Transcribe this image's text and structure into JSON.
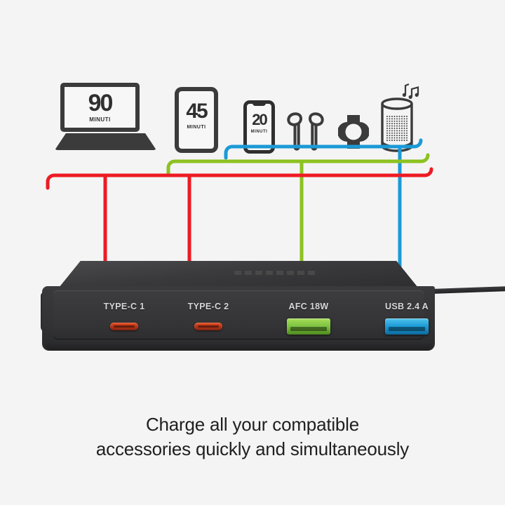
{
  "background_color": "#f4f4f4",
  "devices": [
    {
      "id": "laptop",
      "icon": "laptop-icon",
      "number": "90",
      "unit": "MINUTI"
    },
    {
      "id": "tablet",
      "icon": "tablet-icon",
      "number": "45",
      "unit": "MINUTI"
    },
    {
      "id": "phone",
      "icon": "smartphone-icon",
      "number": "20",
      "unit": "MINUTI"
    },
    {
      "id": "earbuds",
      "icon": "earbuds-icon",
      "number": "",
      "unit": ""
    },
    {
      "id": "watch",
      "icon": "smartwatch-icon",
      "number": "",
      "unit": ""
    },
    {
      "id": "speaker",
      "icon": "smart-speaker-icon",
      "number": "",
      "unit": ""
    }
  ],
  "brackets": [
    {
      "name": "red-bracket",
      "color": "#ed1b24",
      "ports": [
        "TYPE-C 1",
        "TYPE-C 2"
      ]
    },
    {
      "name": "green-bracket",
      "color": "#8cc220",
      "ports": [
        "AFC 18W"
      ]
    },
    {
      "name": "blue-bracket",
      "color": "#1b9ad6",
      "ports": [
        "USB 2.4 A"
      ]
    }
  ],
  "charger": {
    "name": "multi-port-charger",
    "body_color": "#333335",
    "ports": [
      {
        "label": "TYPE-C 1",
        "type": "usb-c",
        "color": "#c33c1b"
      },
      {
        "label": "TYPE-C 2",
        "type": "usb-c",
        "color": "#c33c1b"
      },
      {
        "label": "AFC 18W",
        "type": "usb-a",
        "color": "#7dc242"
      },
      {
        "label": "USB 2.4 A",
        "type": "usb-a",
        "color": "#1b9ad6"
      }
    ]
  },
  "caption": {
    "line1": "Charge all your compatible",
    "line2": "accessories quickly and simultaneously"
  }
}
